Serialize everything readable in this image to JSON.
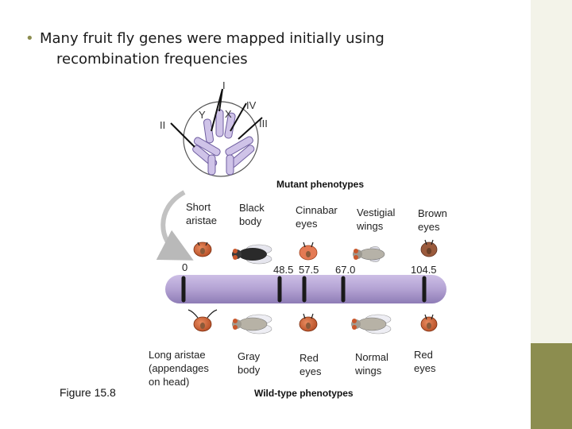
{
  "bullet": "Many fruit fly genes were mapped initially using",
  "bullet_line2": "recombination frequencies",
  "chromosome_labels": {
    "i": "I",
    "ii": "II",
    "iii": "III",
    "iv": "IV",
    "x": "X",
    "y": "Y"
  },
  "mutant_header": "Mutant phenotypes",
  "wildtype_header": "Wild-type phenotypes",
  "mutants": [
    {
      "line1": "Short",
      "line2": "aristae"
    },
    {
      "line1": "Black",
      "line2": "body"
    },
    {
      "line1": "Cinnabar",
      "line2": "eyes"
    },
    {
      "line1": "Vestigial",
      "line2": "wings"
    },
    {
      "line1": "Brown",
      "line2": "eyes"
    }
  ],
  "wildtypes": [
    {
      "line1": "Long aristae",
      "line2": "(appendages",
      "line3": "on head)"
    },
    {
      "line1": "Gray",
      "line2": "body"
    },
    {
      "line1": "Red",
      "line2": "eyes"
    },
    {
      "line1": "Normal",
      "line2": "wings"
    },
    {
      "line1": "Red",
      "line2": "eyes"
    }
  ],
  "map_positions": {
    "p0": "0",
    "p1": "48.5",
    "p2": "57.5",
    "p3": "67.0",
    "p4": "104.5"
  },
  "figure_label": "Figure 15.8",
  "colors": {
    "accent": "#8c8d4f",
    "chromosome": "#b7a6d6",
    "band": "#1a1a1a",
    "fly_eye": "#c9582c"
  }
}
